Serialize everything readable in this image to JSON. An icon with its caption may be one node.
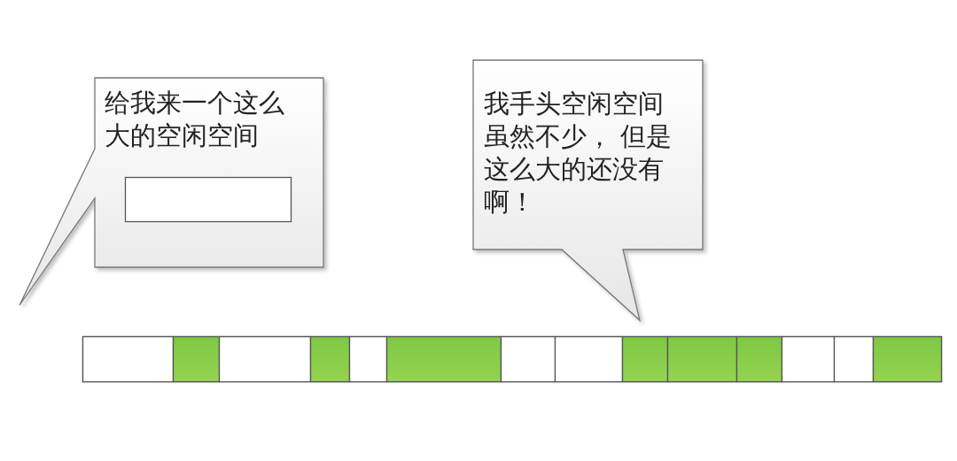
{
  "diagram": {
    "nodes": [
      {
        "text": [
          "给我来一个这么大的空闲空间"
        ]
      },
      {
        "text": [],
        "shape": "box",
        "in": 0
      },
      {
        "text": [
          "我手头空闲空间虽然不少， 但是这么大的还没有啊！"
        ]
      },
      {
        "text": [],
        "shape": "bar"
      },
      {
        "text": [],
        "shape": "box",
        "in": 3
      },
      {
        "text": [],
        "shape": "box",
        "in": 3
      },
      {
        "text": [],
        "shape": "box",
        "in": 3
      },
      {
        "text": [],
        "shape": "box",
        "in": 3
      },
      {
        "text": [],
        "shape": "box",
        "in": 3
      },
      {
        "text": [],
        "shape": "box",
        "in": 3
      },
      {
        "text": [],
        "shape": "box",
        "in": 3
      },
      {
        "text": [],
        "shape": "box",
        "in": 3
      },
      {
        "text": [],
        "shape": "box",
        "in": 3
      },
      {
        "text": [],
        "shape": "box",
        "in": 3
      },
      {
        "text": [],
        "shape": "box",
        "in": 3
      },
      {
        "text": [],
        "shape": "box",
        "in": 3
      },
      {
        "text": [],
        "shape": "box",
        "in": 3
      },
      {
        "text": [],
        "shape": "box",
        "in": 3
      }
    ],
    "edges": []
  }
}
